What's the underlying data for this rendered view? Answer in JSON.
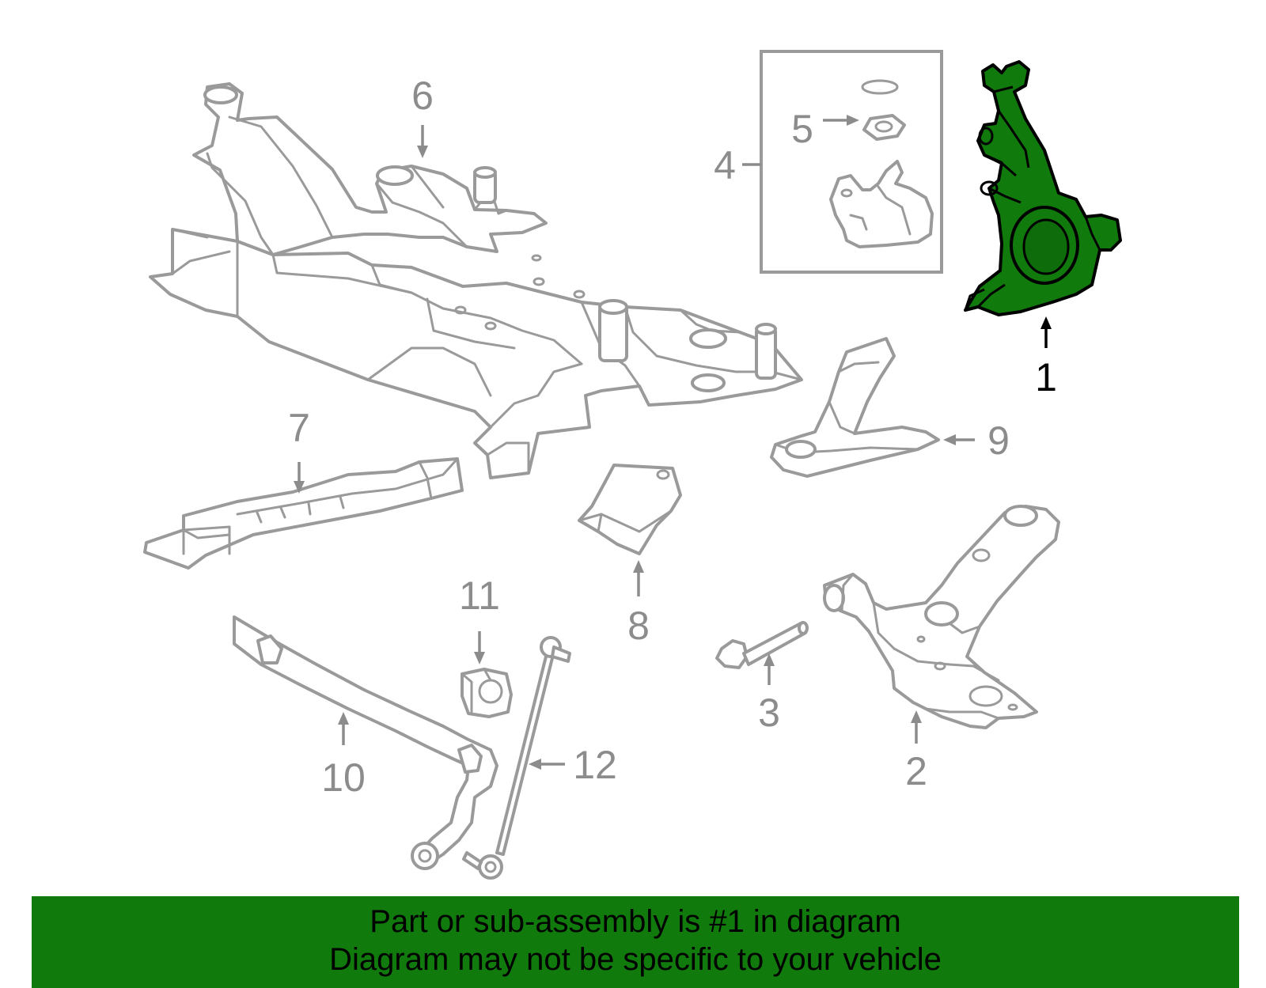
{
  "diagram": {
    "callouts": {
      "c1": "1",
      "c2": "2",
      "c3": "3",
      "c4": "4",
      "c5": "5",
      "c6": "6",
      "c7": "7",
      "c8": "8",
      "c9": "9",
      "c10": "10",
      "c11": "11",
      "c12": "12"
    },
    "highlighted_part": "1",
    "colors": {
      "highlight": "#117a0d",
      "line": "#9a9a9a",
      "banner": "#117a0d"
    }
  },
  "banner": {
    "line1": "Part or sub-assembly is #1 in diagram",
    "line2": "Diagram may not be specific to your vehicle"
  }
}
